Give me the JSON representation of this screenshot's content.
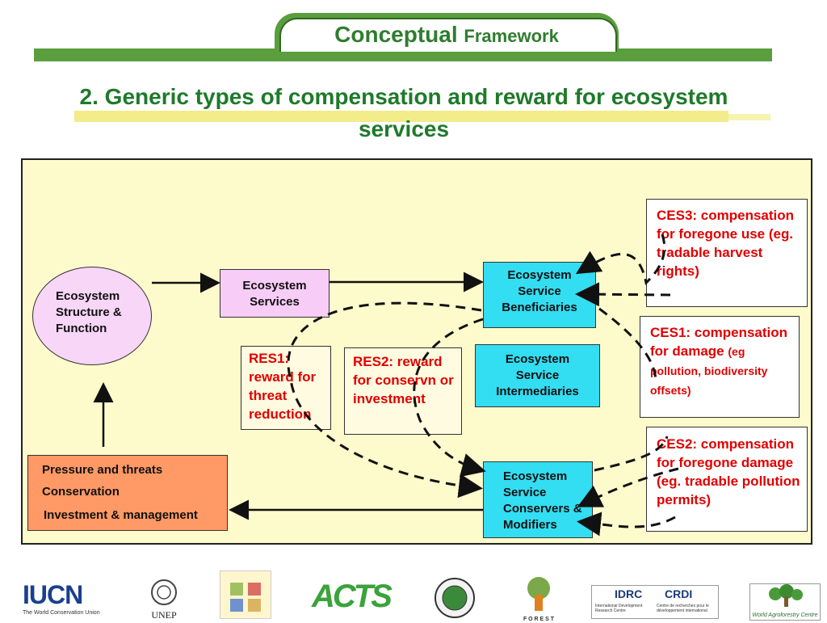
{
  "header": {
    "title_main": "Conceptual",
    "title_sub": "Framework"
  },
  "slide": {
    "title": "2. Generic types of compensation and reward for ecosystem services"
  },
  "diagram": {
    "ecosystem_structure": "Ecosystem Structure & Function",
    "ecosystem_services": "Ecosystem Services",
    "beneficiaries": "Ecosystem Service Beneficiaries",
    "intermediaries": "Ecosystem Service Intermediaries",
    "conservers": "Ecosystem Service Conservers & Modifiers",
    "pressure_line1": "Pressure and threats",
    "pressure_line2": "Conservation",
    "pressure_line3": "Investment & management",
    "res1": "RES1: reward for threat reduction",
    "res2": "RES2: reward for conservn or investment",
    "ces3_main": "CES3: compensation for foregone use (eg. tradable harvest rights)",
    "ces1_main": "CES1: compensation for damage",
    "ces1_small": "(eg pollution, biodiversity offsets)",
    "ces2_main": "CES2: compensation for foregone damage (eg. tradable pollution permits)"
  },
  "colors": {
    "header_green": "#5a9e3f",
    "title_green": "#1e7a2a",
    "panel_bg": "#fdfacc",
    "ellipse_fill": "#f7d6f7",
    "services_fill": "#f7cdf7",
    "cyan_fill": "#33ddf2",
    "pressure_fill": "#ff9966",
    "red_text": "#e00000"
  },
  "footer": {
    "iucn": "IUCN",
    "iucn_sub": "The World Conservation Union",
    "unep": "UNEP",
    "acts": "ACTS",
    "forest": "F O R E S T",
    "idrc": "IDRC",
    "crdi": "CRDI",
    "idrc_sub": "International Development Research Centre",
    "crdi_sub": "Centre de recherches pour le développement international",
    "icraf": "World Agroforestry Centre"
  }
}
